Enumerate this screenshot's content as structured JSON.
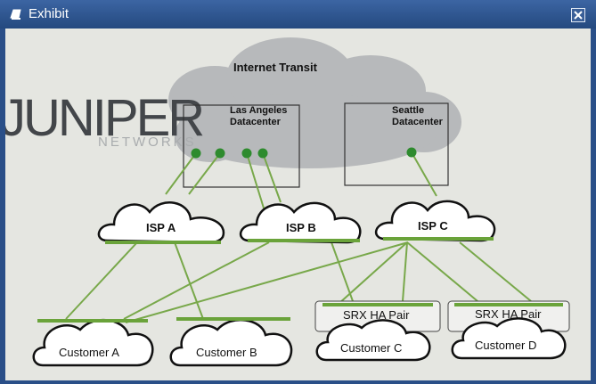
{
  "window": {
    "title": "Exhibit",
    "close_glyph": "×"
  },
  "icons": {
    "title": "exhibit-icon",
    "close": "close-icon"
  },
  "colors": {
    "link": "#78a84a",
    "port": "#6aa33a",
    "node": "#2e8b2e",
    "cloud_outline": "#111111",
    "internet_cloud": "#b7b9bb",
    "titlebar": "#2d5591"
  },
  "logo": {
    "brand": "JUNIPER",
    "sub": "NETWORKS"
  },
  "diagram": {
    "internet": "Internet Transit",
    "la_dc": "Las Angeles\nDatacenter",
    "seattle_dc": "Seattle\nDatacenter",
    "isp_a": "ISP A",
    "isp_b": "ISP B",
    "isp_c": "ISP C",
    "srx1": "SRX HA Pair",
    "srx2": "SRX HA Pair",
    "cust_a": "Customer A",
    "cust_b": "Customer B",
    "cust_c": "Customer C",
    "cust_d": "Customer D"
  }
}
